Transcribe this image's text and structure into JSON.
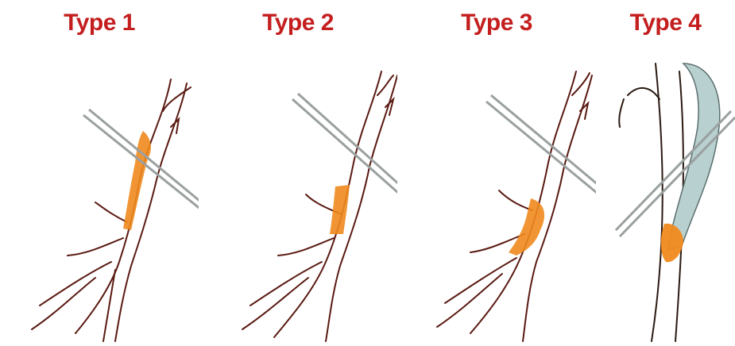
{
  "panels": [
    {
      "label": "Type 1"
    },
    {
      "label": "Type 2"
    },
    {
      "label": "Type 3"
    },
    {
      "label": "Type 4"
    }
  ],
  "colors": {
    "label": "#c41e1e",
    "vessel_outline": "#5a1a12",
    "highlight": "#f08a1e",
    "tube": "#9aa0a0",
    "scale": "#b8d0cf"
  }
}
